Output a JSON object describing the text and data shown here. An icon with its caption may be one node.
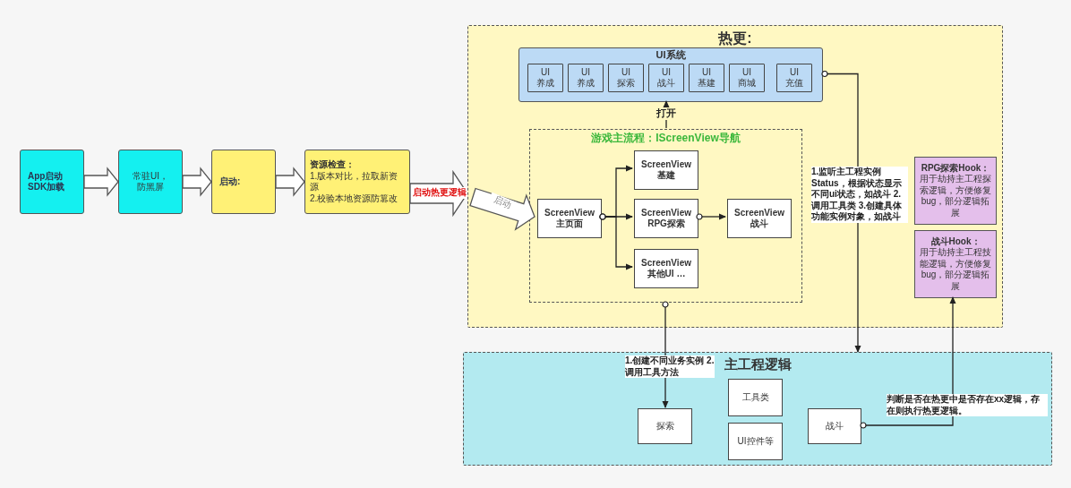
{
  "diagram": {
    "nodes": [
      {
        "text": [
          "App启动 SDK加载"
        ]
      },
      {
        "text": [
          "常驻UI，防黑屏"
        ]
      },
      {
        "text": [
          "启动:"
        ]
      },
      {
        "text": [
          "资源检查：",
          "1.版本对比，拉取新资源",
          "2.校验本地资源防篡改"
        ]
      },
      {
        "text": [
          "热更:"
        ]
      },
      {
        "text": [
          "UI系统"
        ],
        "in": 4
      },
      {
        "text": [
          "UI 养成"
        ],
        "in": 5
      },
      {
        "text": [
          "UI 养成"
        ],
        "in": 5
      },
      {
        "text": [
          "UI 探索"
        ],
        "in": 5
      },
      {
        "text": [
          "UI 战斗"
        ],
        "in": 5
      },
      {
        "text": [
          "UI 基建"
        ],
        "in": 5
      },
      {
        "text": [
          "UI 商城"
        ],
        "in": 5
      },
      {
        "text": [
          "UI 充值"
        ],
        "in": 5
      },
      {
        "text": [
          "游戏主流程：IScreenView导航"
        ],
        "in": 4
      },
      {
        "text": [
          "ScreenView 主页面"
        ],
        "in": 13
      },
      {
        "text": [
          "ScreenView 基建"
        ],
        "in": 13
      },
      {
        "text": [
          "ScreenView RPG探索"
        ],
        "in": 13
      },
      {
        "text": [
          "ScreenView 战斗"
        ],
        "in": 13
      },
      {
        "text": [
          "ScreenView 其他UI …"
        ],
        "in": 13
      },
      {
        "text": [
          "RPG探索Hook：",
          "用于劫持主工程探索逻辑，方便修复bug，部分逻辑拓展"
        ],
        "in": 4
      },
      {
        "text": [
          "战斗Hook：",
          "用于劫持主工程技能逻辑，方便修复bug，部分逻辑拓展"
        ],
        "in": 4
      },
      {
        "text": [
          "主工程逻辑"
        ]
      },
      {
        "text": [
          "探索"
        ],
        "in": 21
      },
      {
        "text": [
          "工具类"
        ],
        "in": 21
      },
      {
        "text": [
          "UI控件等"
        ],
        "in": 21
      },
      {
        "text": [
          "战斗"
        ],
        "in": 21
      }
    ],
    "edges": [
      {
        "from": 0,
        "to": 1,
        "arrow": "to"
      },
      {
        "from": 1,
        "to": 2,
        "arrow": "to"
      },
      {
        "from": 2,
        "to": 3,
        "arrow": "to"
      },
      {
        "from": 3,
        "to": 4,
        "arrow": "to",
        "label": "启动热更逻辑"
      },
      {
        "from": null,
        "to": 14,
        "arrow": "to",
        "label": "启动"
      },
      {
        "from": 13,
        "to": 5,
        "arrow": "to",
        "label": "打开"
      },
      {
        "from": 14,
        "to": 15,
        "arrow": "to"
      },
      {
        "from": 14,
        "to": 16,
        "arrow": "to"
      },
      {
        "from": 14,
        "to": 18,
        "arrow": "to"
      },
      {
        "from": 16,
        "to": 17,
        "arrow": "to"
      },
      {
        "from": 5,
        "to": 21,
        "arrow": "to",
        "label": "1.监听主工程实例Status，根据状态显示不同ui状态，如战斗 2.调用工具类 3.创建具体功能实例对象，如战斗"
      },
      {
        "from": 13,
        "to": 22,
        "arrow": "to",
        "label": "1.创建不同业务实例 2.调用工具方法"
      },
      {
        "from": 25,
        "to": 20,
        "arrow": "to",
        "label": "判断是否在热更中是否存在xx逻辑，存在则执行热更逻辑。"
      }
    ]
  }
}
